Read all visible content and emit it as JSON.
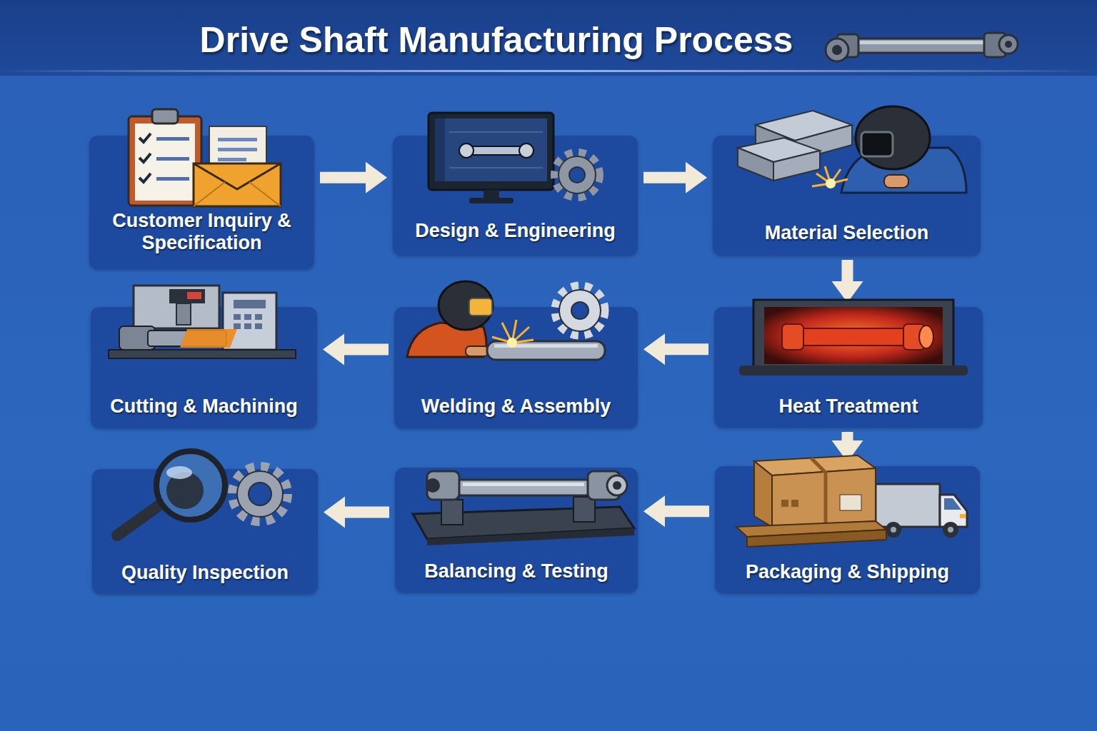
{
  "diagram": {
    "title": "Drive Shaft Manufacturing Process",
    "nodes": [
      {
        "text": [
          "Customer Inquiry & Specification"
        ]
      },
      {
        "text": [
          "Design & Engineering"
        ]
      },
      {
        "text": [
          "Material Selection"
        ]
      },
      {
        "text": [
          "Cutting & Machining"
        ]
      },
      {
        "text": [
          "Welding & Assembly"
        ]
      },
      {
        "text": [
          "Heat Treatment"
        ]
      },
      {
        "text": [
          "Quality Inspection"
        ]
      },
      {
        "text": [
          "Balancing & Testing"
        ]
      },
      {
        "text": [
          "Packaging & Shipping"
        ]
      }
    ],
    "edges": [
      {
        "from": 0,
        "to": 1,
        "arrow": "to"
      },
      {
        "from": 1,
        "to": 2,
        "arrow": "to"
      },
      {
        "from": 2,
        "to": 5,
        "arrow": "to"
      },
      {
        "from": 5,
        "to": 4,
        "arrow": "to"
      },
      {
        "from": 4,
        "to": 3,
        "arrow": "to"
      },
      {
        "from": 5,
        "to": 8,
        "arrow": "to"
      },
      {
        "from": 8,
        "to": 7,
        "arrow": "to"
      },
      {
        "from": 7,
        "to": 6,
        "arrow": "to"
      }
    ]
  }
}
